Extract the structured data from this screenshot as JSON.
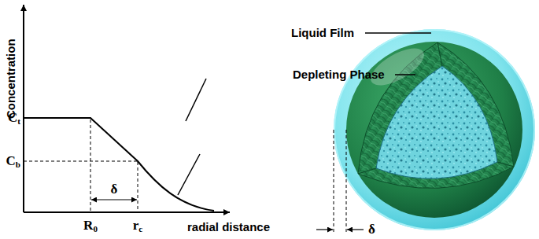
{
  "diagram": {
    "labels": [
      "Concentration",
      "Ct",
      "Cb",
      "R0",
      "rc",
      "δ",
      "radial distance",
      "Liquid Film",
      "Depleting Phase",
      "δ"
    ]
  }
}
